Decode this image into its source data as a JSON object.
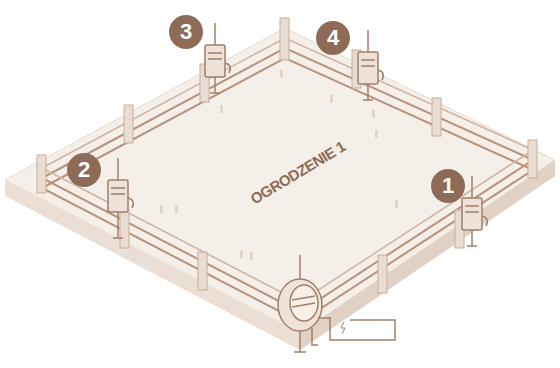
{
  "diagram": {
    "labels": [
      "OGRODZENIE 1",
      "1",
      "2",
      "3",
      "4"
    ]
  }
}
